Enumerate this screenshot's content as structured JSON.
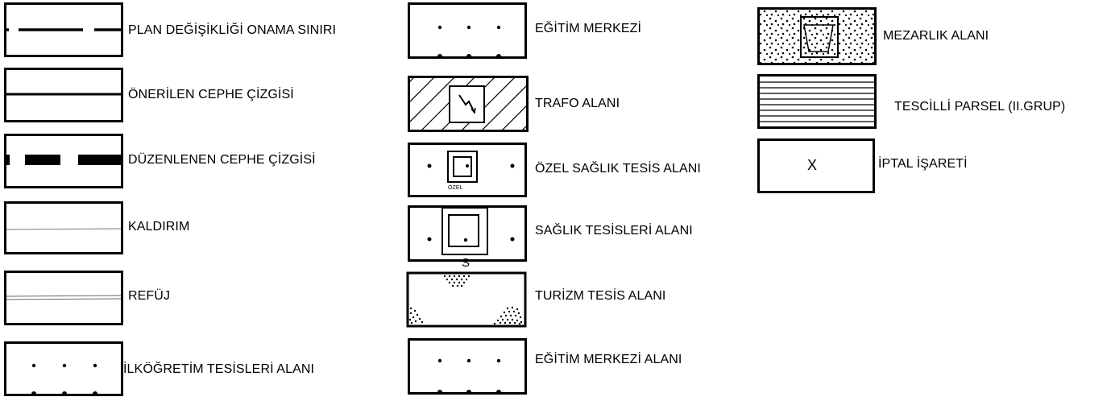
{
  "legend": {
    "items": [
      {
        "symbol": "plan-change-boundary",
        "label": "PLAN DEĞİŞİKLİĞİ ONAMA SINIRI"
      },
      {
        "symbol": "proposed-facade-line",
        "label": "ÖNERİLEN CEPHE ÇİZGİSİ"
      },
      {
        "symbol": "regulated-facade-line",
        "label": "DÜZENLENEN CEPHE ÇİZGİSİ"
      },
      {
        "symbol": "sidewalk",
        "label": "KALDIRIM"
      },
      {
        "symbol": "median",
        "label": "REFÜJ"
      },
      {
        "symbol": "primary-school-area",
        "label": "İLKÖĞRETİM TESİSLERİ ALANI"
      },
      {
        "symbol": "education-center",
        "label": "EĞİTİM MERKEZİ"
      },
      {
        "symbol": "transformer-area",
        "label": "TRAFO ALANI"
      },
      {
        "symbol": "private-health-facility",
        "label": "ÖZEL SAĞLIK TESİS ALANI",
        "inner_text": "ÖZEL"
      },
      {
        "symbol": "health-facilities",
        "label": "SAĞLIK TESİSLERİ ALANI",
        "inner_text": "S"
      },
      {
        "symbol": "tourism-facility",
        "label": "TURİZM TESİS ALANI"
      },
      {
        "symbol": "education-center-area",
        "label": "EĞİTİM MERKEZİ ALANI"
      },
      {
        "symbol": "cemetery-area",
        "label": "MEZARLIK ALANI"
      },
      {
        "symbol": "registered-parcel",
        "label": "TESCİLLİ PARSEL (II.GRUP)"
      },
      {
        "symbol": "cancellation-mark",
        "label": "İPTAL İŞARETİ",
        "inner_text": "X"
      }
    ]
  }
}
